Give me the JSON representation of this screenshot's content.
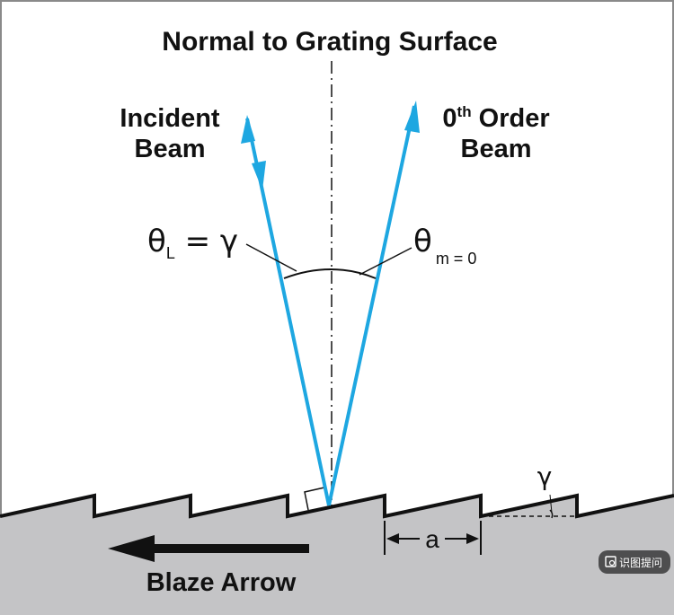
{
  "diagram": {
    "title": "Normal to Grating Surface",
    "incident_label": [
      "Incident",
      "Beam"
    ],
    "order_label_prefix": "0",
    "order_label_sup": "th",
    "order_label_rest": " Order",
    "order_label_line2": "Beam",
    "theta_l_main": "θ",
    "theta_l_sub": "L",
    "theta_l_eq": " = γ",
    "theta_m_main": "θ",
    "theta_m_sub": "m = 0",
    "gamma_label": "γ",
    "pitch_label": "a",
    "blaze_label": "Blaze Arrow"
  },
  "watermark": {
    "text": "识图提问",
    "icon": "image-search-icon"
  },
  "colors": {
    "beam": "#1ea7e1",
    "substrate": "#c4c4c6",
    "line": "#111111",
    "border": "#8a8a8a",
    "watermark_bg": "#3a3a3a"
  }
}
